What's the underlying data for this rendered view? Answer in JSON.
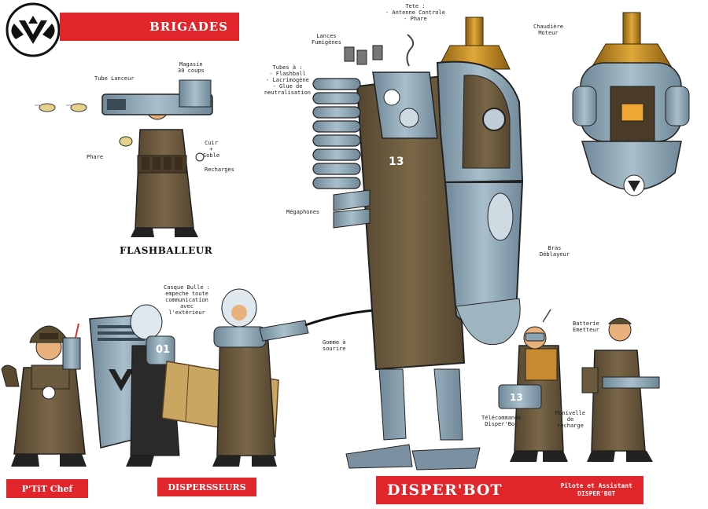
{
  "header": {
    "title": "BRIGADES"
  },
  "groups": {
    "flashballeur": {
      "name": "FLASHBALLEUR",
      "annotations": {
        "tube": "Tube Lanceur",
        "magasin": "Magasin\n30 coups",
        "phare": "Phare",
        "cuir": "Cuir\n+\nSoble",
        "recharges": "Recharges"
      }
    },
    "ptit_chef": {
      "name": "P'TiT Chef"
    },
    "dispersseurs": {
      "name": "DISPERSSEURS",
      "annotations": {
        "casque": "Casque Bulle :\nempeche toute\ncommunication\navec\nl'extérieur",
        "gomme": "Gomme à\nsourire"
      }
    },
    "disperbot": {
      "name": "DISPER'BOT",
      "unit_number": "13",
      "annotations": {
        "tete": "Tete :\n- Antenne Controle\n- Phare",
        "lances": "Lances\nFumigènes",
        "tubes": "Tubes à   :\n- Flashball\n- Lacrimogène\n- Glue de\nneutralisation",
        "megaphones": "Mégaphones",
        "chaudiere": "Chaudière\nMoteur",
        "bras": "Bras\nDéblayeur"
      }
    },
    "pilote": {
      "name": "Pilote et Assistant\nDISPER'BOT",
      "annotations": {
        "batterie": "Batterie\nEmetteur",
        "telecommande": "Télécommande\nDisper'Bot",
        "manivelle": "Manivelle\nde\nrecharge"
      }
    }
  },
  "shield_number": "01",
  "colors": {
    "banner_red": "#e1262b",
    "robe_brown": "#6b5a3e",
    "metal_blue": "#8aa3b3",
    "brass": "#b8860b"
  }
}
